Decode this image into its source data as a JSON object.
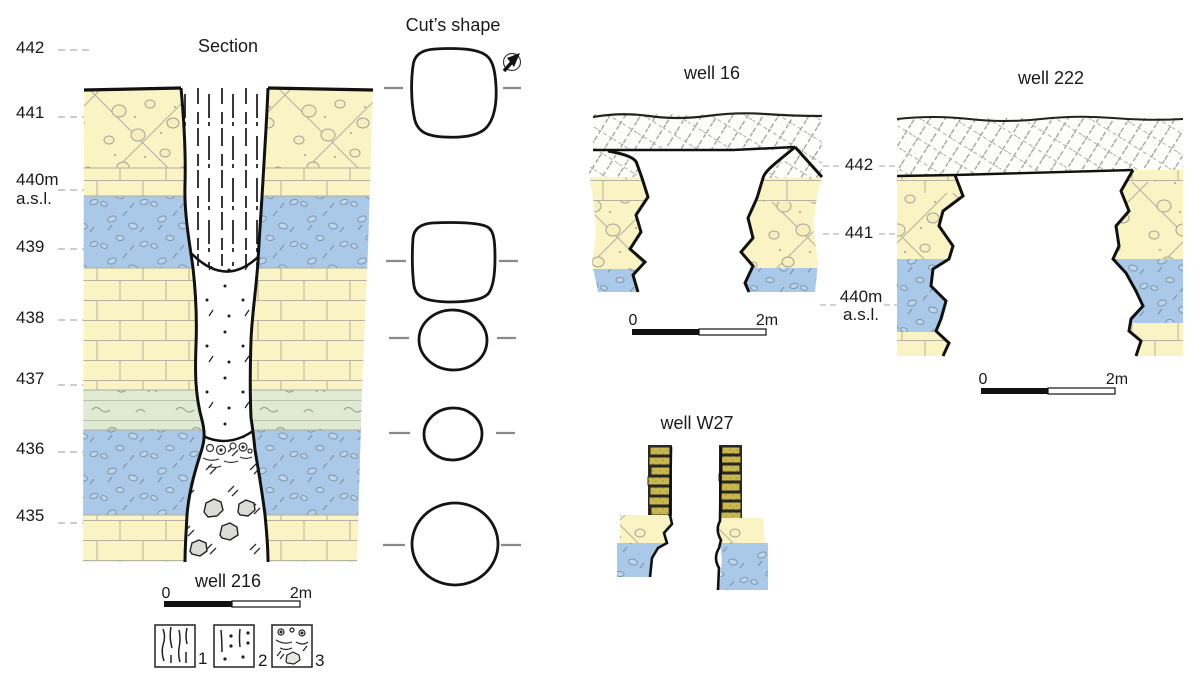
{
  "colors": {
    "limestone_yellow": "#faf3c4",
    "clay_blue": "#aac9e8",
    "marl_green": "#e0e9d2",
    "masonry_olive": "#c9b850",
    "stone_gray": "#dcdcd6",
    "hatch_gray": "#9c9c9c",
    "ink": "#141414"
  },
  "section": {
    "title": "Section",
    "well_label": "well 216",
    "elevations": [
      "442",
      "441",
      "440m",
      "a.s.l.",
      "439",
      "438",
      "437",
      "436",
      "435"
    ],
    "scale": {
      "zero": "0",
      "max": "2m"
    }
  },
  "cuts": {
    "title": "Cut’s shape",
    "north_arrow": "north-east"
  },
  "well16": {
    "title": "well 16",
    "elevations": [
      "442",
      "441",
      "440m",
      "a.s.l."
    ],
    "scale": {
      "zero": "0",
      "max": "2m"
    }
  },
  "well222": {
    "title": "well 222",
    "scale": {
      "zero": "0",
      "max": "2m"
    }
  },
  "wellW27": {
    "title": "well W27"
  },
  "legend": {
    "items": [
      "1",
      "2",
      "3"
    ]
  }
}
